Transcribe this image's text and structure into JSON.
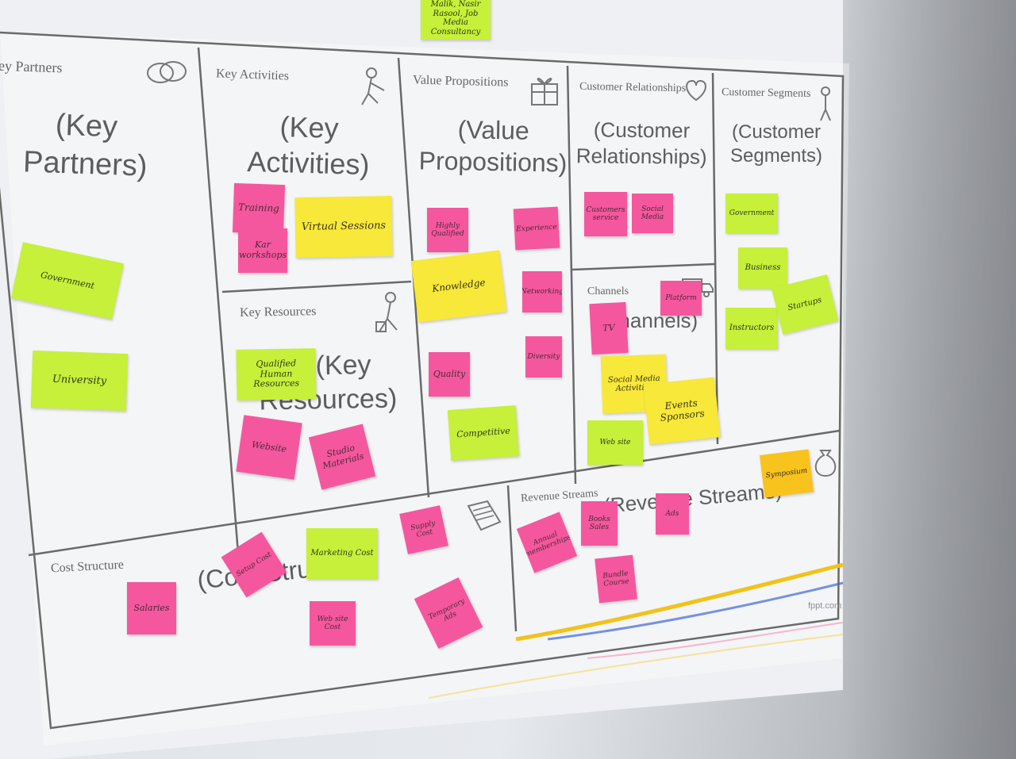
{
  "canvas": {
    "cells": [
      {
        "id": "key-partners",
        "title": "ey Partners",
        "big": [
          "(Key",
          "Partners)"
        ]
      },
      {
        "id": "key-activities",
        "title": "Key Activities",
        "big": [
          "(Key",
          "Activities)"
        ]
      },
      {
        "id": "value-propositions",
        "title": "Value Propositions",
        "big": [
          "(Value",
          "Propositions)"
        ]
      },
      {
        "id": "customer-relationships",
        "title": "Customer Relationships",
        "big": [
          "(Customer",
          "Relationships)"
        ]
      },
      {
        "id": "customer-segments",
        "title": "Customer Segments",
        "big": [
          "(Customer",
          "Segments)"
        ]
      },
      {
        "id": "key-resources",
        "title": "Key Resources",
        "big": [
          "(Key",
          "Resources)"
        ]
      },
      {
        "id": "channels",
        "title": "Channels",
        "big": [
          "(Channels)"
        ]
      },
      {
        "id": "cost-structure",
        "title": "Cost Structure",
        "big": [
          "(Cost Structure)"
        ]
      },
      {
        "id": "revenue-streams",
        "title": "Revenue Streams",
        "big": [
          "(Revenue Streams)"
        ]
      }
    ],
    "brand": "fppt.com"
  },
  "notes": [
    {
      "id": "top-note",
      "text": "Malik, Nasir Rasool, Job Media Consultancy",
      "color": "lime"
    },
    {
      "id": "government-partner",
      "text": "Government",
      "color": "lime"
    },
    {
      "id": "university",
      "text": "University",
      "color": "lime"
    },
    {
      "id": "training",
      "text": "Training",
      "color": "pink"
    },
    {
      "id": "workshops",
      "text": "Kar workshops",
      "color": "pink"
    },
    {
      "id": "virtual-sessions",
      "text": "Virtual Sessions",
      "color": "yellow"
    },
    {
      "id": "qualified-human-resources",
      "text": "Qualified Human Resources",
      "color": "lime"
    },
    {
      "id": "website",
      "text": "Website",
      "color": "pink"
    },
    {
      "id": "studio-materials",
      "text": "Studio Materials",
      "color": "pink"
    },
    {
      "id": "highly-qualified",
      "text": "Highly Qualified",
      "color": "pink"
    },
    {
      "id": "experience",
      "text": "Experience",
      "color": "pink"
    },
    {
      "id": "knowledge",
      "text": "Knowledge",
      "color": "yellow"
    },
    {
      "id": "networking",
      "text": "Networking",
      "color": "pink"
    },
    {
      "id": "quality",
      "text": "Quality",
      "color": "pink"
    },
    {
      "id": "diversity",
      "text": "Diversity",
      "color": "pink"
    },
    {
      "id": "competitive",
      "text": "Competitive",
      "color": "lime"
    },
    {
      "id": "customer-service",
      "text": "Customers service",
      "color": "pink"
    },
    {
      "id": "social-media",
      "text": "Social Media",
      "color": "pink"
    },
    {
      "id": "tv",
      "text": "TV",
      "color": "pink"
    },
    {
      "id": "platform",
      "text": "Platform",
      "color": "pink"
    },
    {
      "id": "social-media-activities",
      "text": "Social Media Activities",
      "color": "yellow"
    },
    {
      "id": "events-sponsors",
      "text": "Events Sponsors",
      "color": "yellow"
    },
    {
      "id": "channels-green",
      "text": "Web site",
      "color": "lime"
    },
    {
      "id": "government-segment",
      "text": "Government",
      "color": "lime"
    },
    {
      "id": "business",
      "text": "Business",
      "color": "lime"
    },
    {
      "id": "instructors",
      "text": "Instructors",
      "color": "lime"
    },
    {
      "id": "startups",
      "text": "Startups",
      "color": "lime"
    },
    {
      "id": "symposium",
      "text": "Symposium",
      "color": "orange"
    },
    {
      "id": "salaries",
      "text": "Salaries",
      "color": "pink"
    },
    {
      "id": "setup-cost",
      "text": "Setup Cost",
      "color": "pink"
    },
    {
      "id": "marketing-cost",
      "text": "Marketing Cost",
      "color": "lime"
    },
    {
      "id": "website-cost",
      "text": "Web site Cost",
      "color": "pink"
    },
    {
      "id": "supply-cost",
      "text": "Supply Cost",
      "color": "pink"
    },
    {
      "id": "temporary-ads",
      "text": "Temporary Ads",
      "color": "pink"
    },
    {
      "id": "annual-memberships",
      "text": "Annual memberships",
      "color": "pink"
    },
    {
      "id": "books-sales",
      "text": "Books Sales",
      "color": "pink"
    },
    {
      "id": "ads",
      "text": "Ads",
      "color": "pink"
    },
    {
      "id": "bundle-course",
      "text": "Bundle Course",
      "color": "pink"
    }
  ],
  "colors": {
    "pink": "#f5579e",
    "lime": "#c6f03a",
    "yellow": "#f7e83a",
    "orange": "#f9c31e"
  }
}
